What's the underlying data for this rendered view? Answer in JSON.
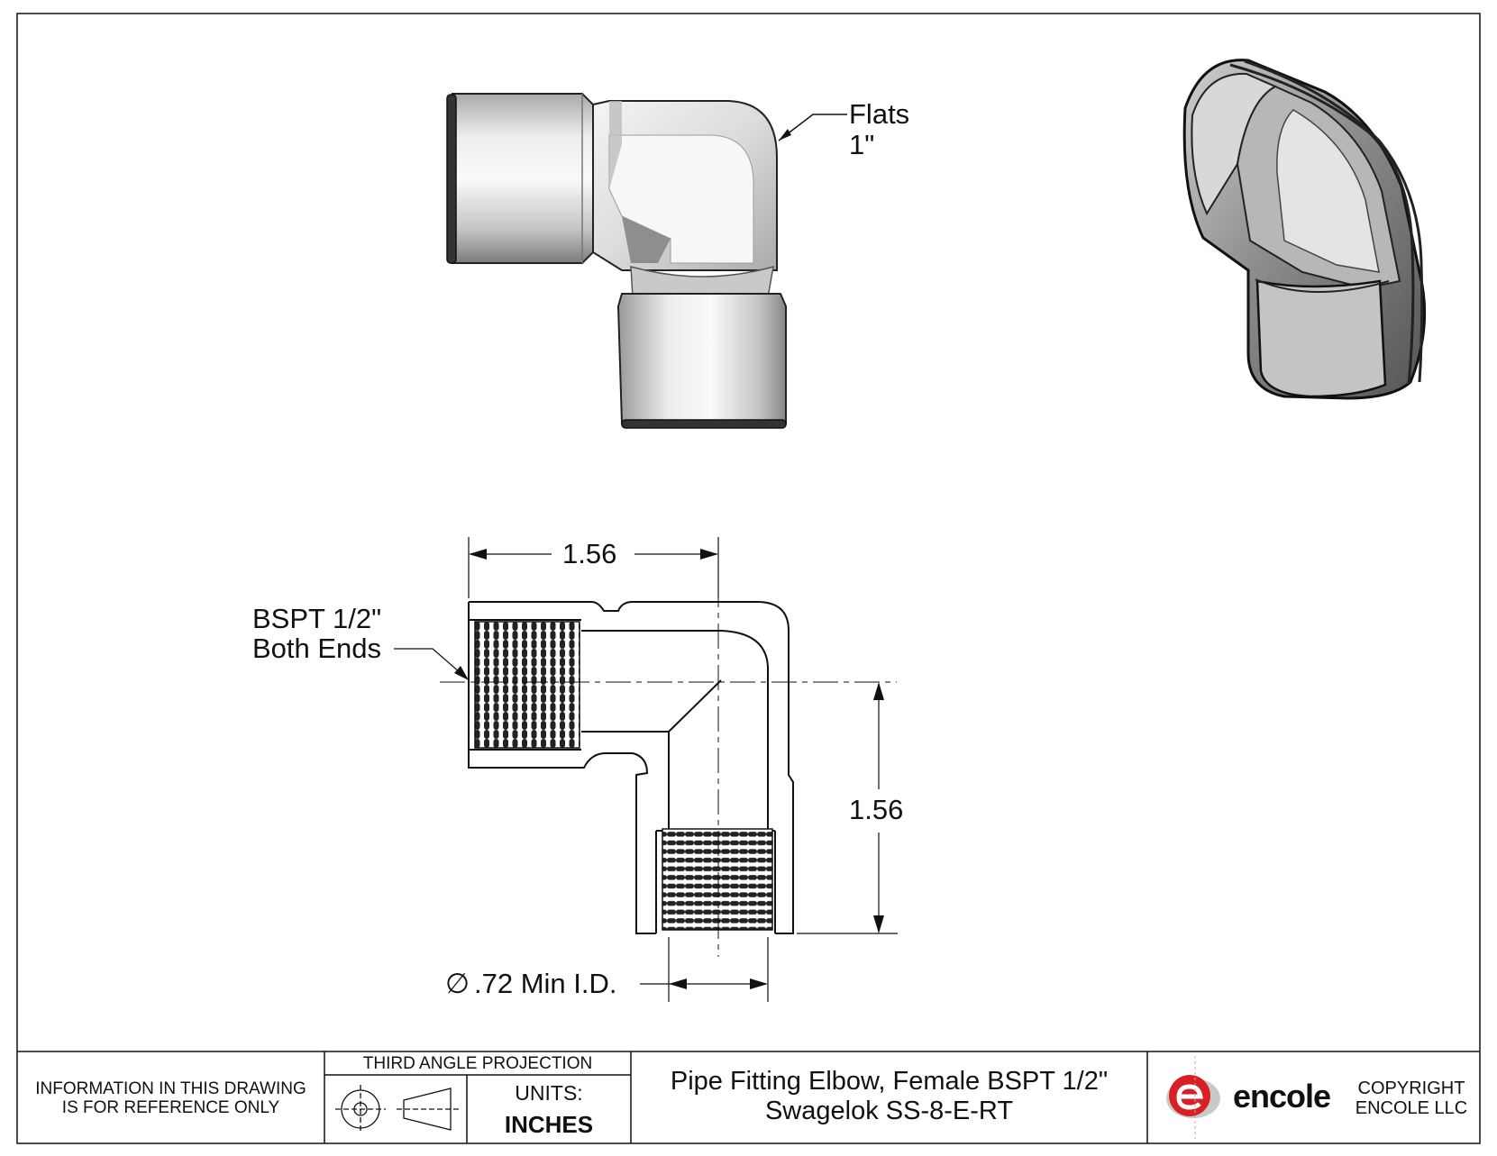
{
  "views": {
    "flats_label": "Flats",
    "flats_value": "1\"",
    "thread_label": "BSPT 1/2\"",
    "thread_sub": "Both Ends",
    "dim_horizontal": "1.56",
    "dim_vertical": "1.56",
    "dia_symbol": "∅",
    "dim_id": ".72 Min I.D."
  },
  "title_block": {
    "note_line1": "INFORMATION IN THIS DRAWING",
    "note_line2": "IS FOR REFERENCE ONLY",
    "projection": "THIRD ANGLE PROJECTION",
    "units_label": "UNITS:",
    "units_value": "INCHES",
    "title_line1": "Pipe Fitting Elbow, Female BSPT 1/2\"",
    "title_line2": "Swagelok SS-8-E-RT",
    "logo_text": "encole",
    "copyright_line1": "COPYRIGHT",
    "copyright_line2": "ENCOLE  LLC"
  },
  "colors": {
    "logo_red": "#d81f26",
    "line": "#111111",
    "metal_light": "#e9e9e9",
    "metal_dark": "#8c8c8c"
  }
}
